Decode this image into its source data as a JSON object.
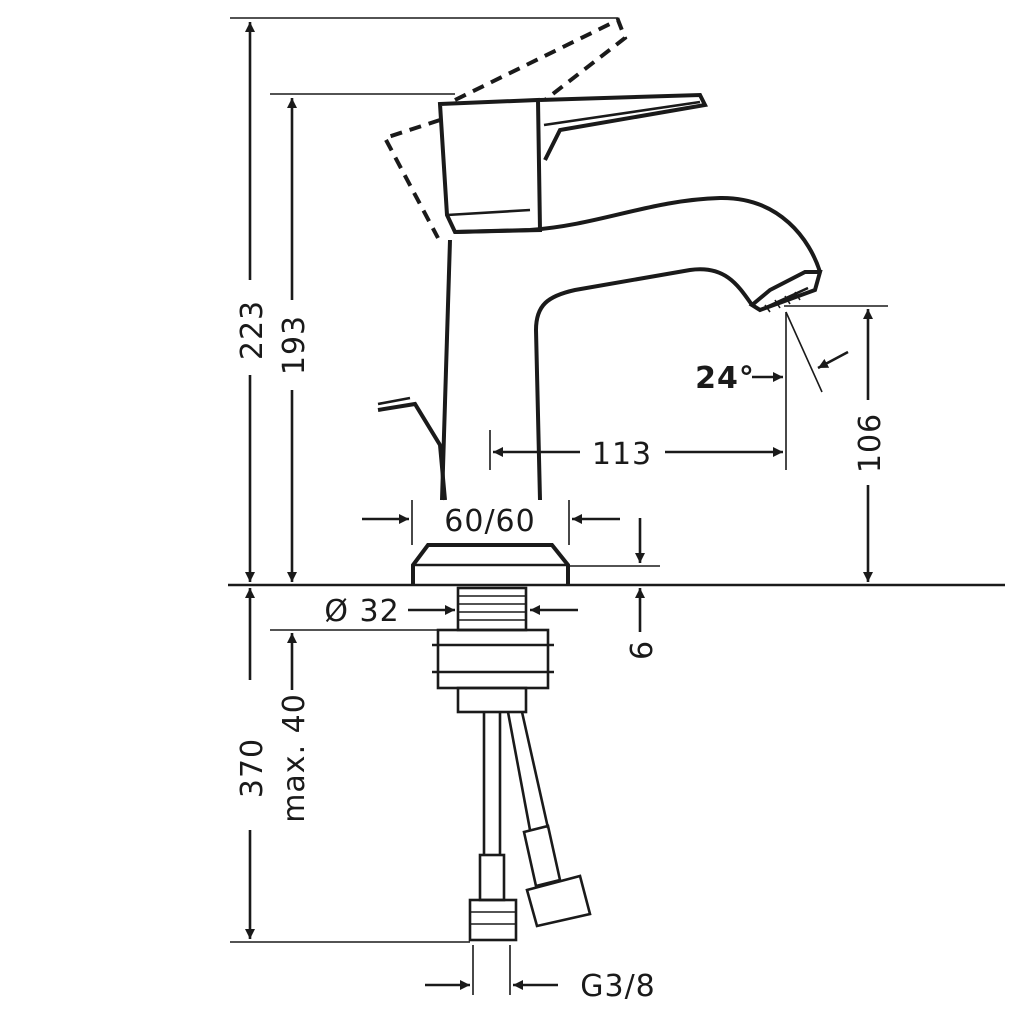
{
  "dimensions": {
    "overall_height_lever_raised": "223",
    "height_to_lever": "193",
    "spout_height": "106",
    "spout_reach": "113",
    "spray_angle": "24°",
    "base_diameter_rosette": "60/60",
    "rosette_thickness": "6",
    "shank_diameter": "Ø 32",
    "hose_length": "370",
    "max_counter_thickness": "max. 40",
    "connection_thread": "G3/8"
  },
  "colors": {
    "ink": "#1a1a1a",
    "background": "#ffffff"
  }
}
